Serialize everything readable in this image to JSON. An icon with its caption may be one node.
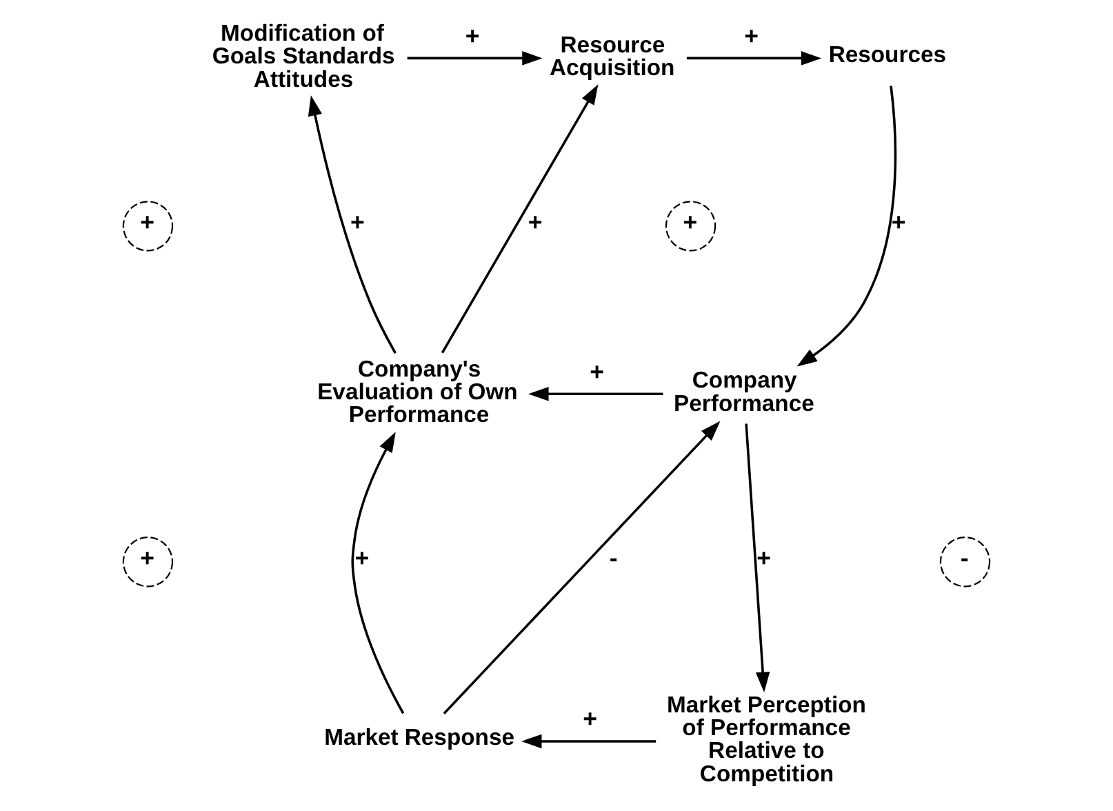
{
  "diagram": {
    "nodes": [
      {
        "text": [
          "Modification of Goals Standards Attitudes"
        ]
      },
      {
        "text": [
          "Resource Acquisition"
        ]
      },
      {
        "text": [
          "Resources"
        ]
      },
      {
        "text": [
          "Company Performance"
        ]
      },
      {
        "text": [
          "Company's Evaluation of Own Performance"
        ]
      },
      {
        "text": [
          "Market Response"
        ]
      },
      {
        "text": [
          "Market Perception of Performance Relative to Competition"
        ]
      }
    ],
    "edges": [
      {
        "from": 0,
        "to": 1,
        "arrow": "to",
        "label": "+"
      },
      {
        "from": 1,
        "to": 2,
        "arrow": "to",
        "label": "+"
      },
      {
        "from": 2,
        "to": 3,
        "arrow": "to",
        "label": "+"
      },
      {
        "from": 3,
        "to": 4,
        "arrow": "to",
        "label": "+"
      },
      {
        "from": 3,
        "to": 6,
        "arrow": "to",
        "label": "+"
      },
      {
        "from": 4,
        "to": 0,
        "arrow": "to",
        "label": "+"
      },
      {
        "from": 4,
        "to": 1,
        "arrow": "to",
        "label": "+"
      },
      {
        "from": 5,
        "to": 3,
        "arrow": "to",
        "label": "-"
      },
      {
        "from": 5,
        "to": 4,
        "arrow": "to",
        "label": "+"
      },
      {
        "from": 6,
        "to": 5,
        "arrow": "to",
        "label": "+"
      }
    ],
    "labels": [
      "+",
      "+",
      "+",
      "-"
    ]
  }
}
